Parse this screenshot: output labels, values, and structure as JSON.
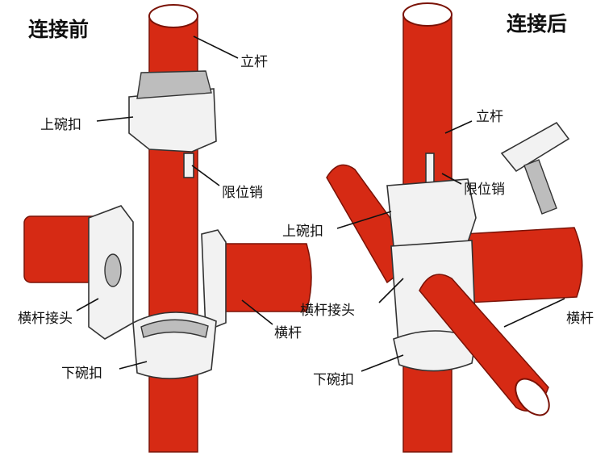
{
  "before": {
    "title": "连接前",
    "labels": {
      "vertical_pole": "立杆",
      "upper_cup": "上碗扣",
      "limit_pin": "限位销",
      "ledger_head": "横杆接头",
      "ledger": "横杆",
      "lower_cup": "下碗扣"
    }
  },
  "after": {
    "title": "连接后",
    "labels": {
      "vertical_pole": "立杆",
      "limit_pin": "限位销",
      "upper_cup": "上碗扣",
      "ledger_head": "横杆接头",
      "ledger": "横杆",
      "lower_cup": "下碗扣"
    }
  },
  "colors": {
    "pipe": "#d62a14",
    "fitting": "#f2f2f2"
  }
}
